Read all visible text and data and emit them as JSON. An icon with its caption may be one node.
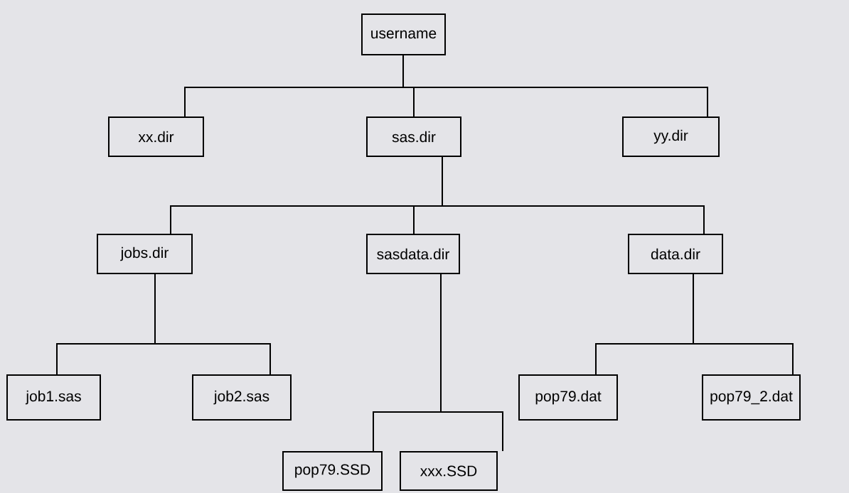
{
  "diagram": {
    "nodes": [
      {
        "text": [
          "username"
        ]
      },
      {
        "text": [
          "xx.dir"
        ]
      },
      {
        "text": [
          "sas.dir"
        ]
      },
      {
        "text": [
          "yy.dir"
        ]
      },
      {
        "text": [
          "jobs.dir"
        ]
      },
      {
        "text": [
          "sasdata.dir"
        ]
      },
      {
        "text": [
          "data.dir"
        ]
      },
      {
        "text": [
          "job1.sas"
        ]
      },
      {
        "text": [
          "job2.sas"
        ]
      },
      {
        "text": [
          "pop79.dat"
        ]
      },
      {
        "text": [
          "pop79_2.dat"
        ]
      },
      {
        "text": [
          "pop79.SSD"
        ]
      },
      {
        "text": [
          "xxx.SSD"
        ]
      }
    ],
    "edges": [
      {
        "from": 0,
        "to": 1,
        "arrow": "none"
      },
      {
        "from": 0,
        "to": 2,
        "arrow": "none"
      },
      {
        "from": 0,
        "to": 3,
        "arrow": "none"
      },
      {
        "from": 2,
        "to": 4,
        "arrow": "none"
      },
      {
        "from": 2,
        "to": 5,
        "arrow": "none"
      },
      {
        "from": 2,
        "to": 6,
        "arrow": "none"
      },
      {
        "from": 4,
        "to": 7,
        "arrow": "none"
      },
      {
        "from": 4,
        "to": 8,
        "arrow": "none"
      },
      {
        "from": 6,
        "to": 9,
        "arrow": "none"
      },
      {
        "from": 6,
        "to": 10,
        "arrow": "none"
      },
      {
        "from": 5,
        "to": 11,
        "arrow": "none"
      },
      {
        "from": 5,
        "to": 12,
        "arrow": "none"
      }
    ]
  }
}
